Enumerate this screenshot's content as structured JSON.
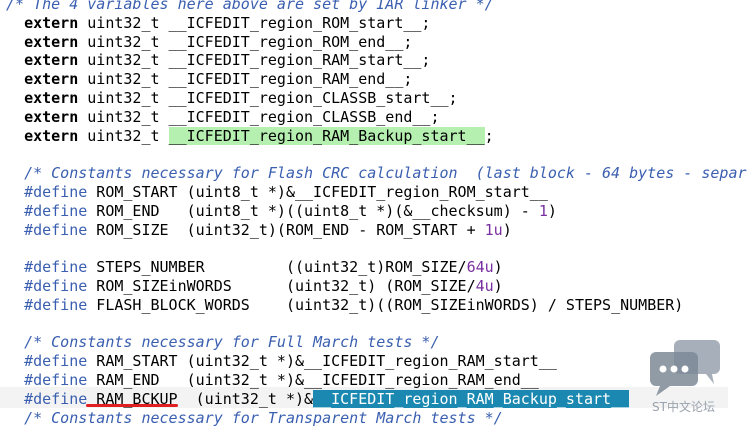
{
  "lines": [
    {
      "segments": [
        {
          "t": "/* The 4 variables here above are set by IAR linker */",
          "c": "cmt"
        }
      ]
    },
    {
      "segments": [
        {
          "t": "  ",
          "c": ""
        },
        {
          "t": "extern",
          "c": "kw"
        },
        {
          "t": " uint32_t __ICFEDIT_region_ROM_start__",
          "c": ""
        },
        {
          "t": ";",
          "c": "op"
        }
      ]
    },
    {
      "segments": [
        {
          "t": "  ",
          "c": ""
        },
        {
          "t": "extern",
          "c": "kw"
        },
        {
          "t": " uint32_t __ICFEDIT_region_ROM_end__",
          "c": ""
        },
        {
          "t": ";",
          "c": "op"
        }
      ]
    },
    {
      "segments": [
        {
          "t": "  ",
          "c": ""
        },
        {
          "t": "extern",
          "c": "kw"
        },
        {
          "t": " uint32_t __ICFEDIT_region_RAM_start__",
          "c": ""
        },
        {
          "t": ";",
          "c": "op"
        }
      ]
    },
    {
      "segments": [
        {
          "t": "  ",
          "c": ""
        },
        {
          "t": "extern",
          "c": "kw"
        },
        {
          "t": " uint32_t __ICFEDIT_region_RAM_end__",
          "c": ""
        },
        {
          "t": ";",
          "c": "op"
        }
      ]
    },
    {
      "segments": [
        {
          "t": "  ",
          "c": ""
        },
        {
          "t": "extern",
          "c": "kw"
        },
        {
          "t": " uint32_t __ICFEDIT_region_CLASSB_start__",
          "c": ""
        },
        {
          "t": ";",
          "c": "op"
        }
      ]
    },
    {
      "segments": [
        {
          "t": "  ",
          "c": ""
        },
        {
          "t": "extern",
          "c": "kw"
        },
        {
          "t": " uint32_t __ICFEDIT_region_CLASSB_end__",
          "c": ""
        },
        {
          "t": ";",
          "c": "op"
        }
      ]
    },
    {
      "segments": [
        {
          "t": "  ",
          "c": ""
        },
        {
          "t": "extern",
          "c": "kw"
        },
        {
          "t": " uint32_t ",
          "c": ""
        },
        {
          "t": "__ICFEDIT_region_RAM_Backup_start__",
          "c": "hl-green"
        },
        {
          "t": ";",
          "c": "op"
        }
      ]
    },
    {
      "segments": []
    },
    {
      "segments": [
        {
          "t": "  ",
          "c": ""
        },
        {
          "t": "/* Constants necessary for Flash CRC calculation  (last block - 64 bytes - separ",
          "c": "cmt"
        }
      ]
    },
    {
      "segments": [
        {
          "t": "  ",
          "c": ""
        },
        {
          "t": "#define",
          "c": "pp"
        },
        {
          "t": " ROM_START (uint8_t *)&__ICFEDIT_region_ROM_start__",
          "c": ""
        }
      ]
    },
    {
      "segments": [
        {
          "t": "  ",
          "c": ""
        },
        {
          "t": "#define",
          "c": "pp"
        },
        {
          "t": " ROM_END   (uint8_t *)((uint8_t *)(&__checksum) - ",
          "c": ""
        },
        {
          "t": "1",
          "c": "num"
        },
        {
          "t": ")",
          "c": ""
        }
      ]
    },
    {
      "segments": [
        {
          "t": "  ",
          "c": ""
        },
        {
          "t": "#define",
          "c": "pp"
        },
        {
          "t": " ROM_SIZE  (uint32_t)(ROM_END - ROM_START + ",
          "c": ""
        },
        {
          "t": "1u",
          "c": "num"
        },
        {
          "t": ")",
          "c": ""
        }
      ]
    },
    {
      "segments": []
    },
    {
      "segments": [
        {
          "t": "  ",
          "c": ""
        },
        {
          "t": "#define",
          "c": "pp"
        },
        {
          "t": " STEPS_NUMBER         ((uint32_t)ROM_SIZE/",
          "c": ""
        },
        {
          "t": "64u",
          "c": "num"
        },
        {
          "t": ")",
          "c": ""
        }
      ]
    },
    {
      "segments": [
        {
          "t": "  ",
          "c": ""
        },
        {
          "t": "#define",
          "c": "pp"
        },
        {
          "t": " ROM_SIZEinWORDS      (uint32_t) (ROM_SIZE/",
          "c": ""
        },
        {
          "t": "4u",
          "c": "num"
        },
        {
          "t": ")",
          "c": ""
        }
      ]
    },
    {
      "segments": [
        {
          "t": "  ",
          "c": ""
        },
        {
          "t": "#define",
          "c": "pp"
        },
        {
          "t": " FLASH_BLOCK_WORDS    (uint32_t)((ROM_SIZEinWORDS) / STEPS_NUMBER)",
          "c": ""
        }
      ]
    },
    {
      "segments": []
    },
    {
      "segments": [
        {
          "t": "  ",
          "c": ""
        },
        {
          "t": "/* Constants necessary for Full March tests */",
          "c": "cmt"
        }
      ]
    },
    {
      "segments": [
        {
          "t": "  ",
          "c": ""
        },
        {
          "t": "#define",
          "c": "pp"
        },
        {
          "t": " RAM_START (uint32_t *)&__ICFEDIT_region_RAM_start__",
          "c": ""
        }
      ]
    },
    {
      "segments": [
        {
          "t": "  ",
          "c": ""
        },
        {
          "t": "#define",
          "c": "pp"
        },
        {
          "t": " RAM_END   (uint32_t *)&__ICFEDIT_region_RAM_end__",
          "c": ""
        }
      ]
    },
    {
      "segments": [
        {
          "t": "  ",
          "c": ""
        },
        {
          "t": "#define",
          "c": "pp"
        },
        {
          "t": " RAM_BCKUP  (uint32_t *)&",
          "c": ""
        },
        {
          "t": "__ICFEDIT_region_RAM_Backup_start__",
          "c": "hl-sel"
        }
      ]
    },
    {
      "segments": [
        {
          "t": "  ",
          "c": ""
        },
        {
          "t": "/* Constants necessary for Transparent March tests */",
          "c": "cmt"
        }
      ]
    }
  ],
  "watermark": {
    "text": "ST中文论坛",
    "icon": "chat-bubbles-icon"
  },
  "colors": {
    "comment": "#3a5fb0",
    "number": "#7a2fa0",
    "find_highlight": "#b5f0b0",
    "selection": "#1a88b0",
    "underline": "#e02020"
  }
}
